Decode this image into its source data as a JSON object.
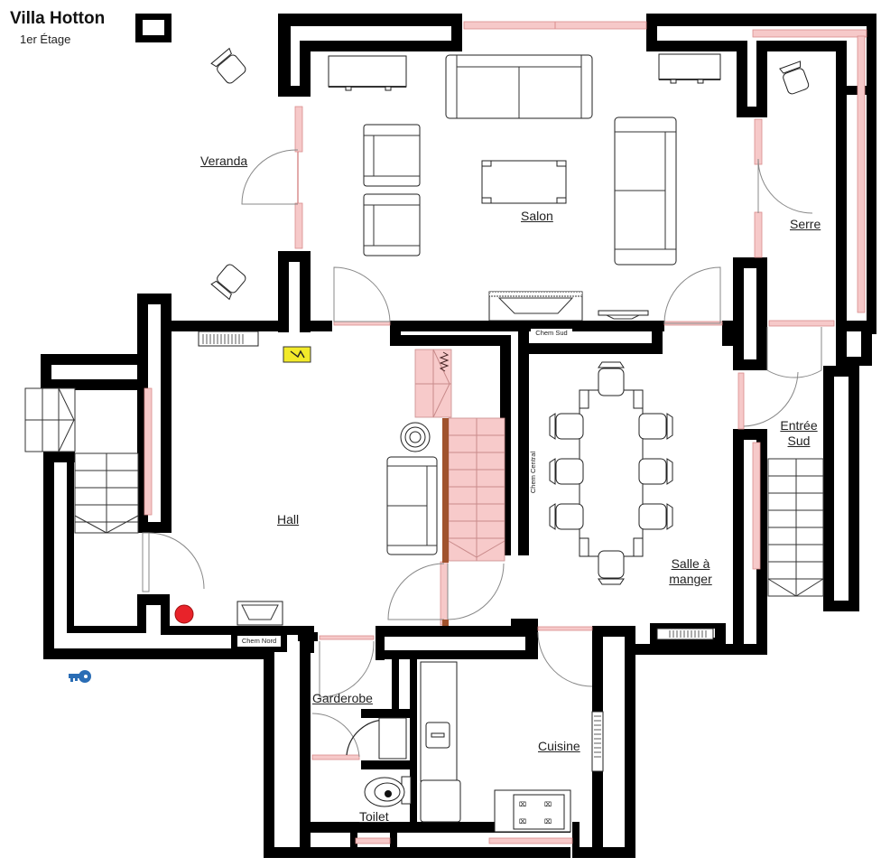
{
  "header": {
    "title": "Villa Hotton",
    "subtitle": "1er Étage"
  },
  "rooms": {
    "veranda": "Veranda",
    "salon": "Salon",
    "serre": "Serre",
    "hall": "Hall",
    "entree_sud_line1": "Entrée",
    "entree_sud_line2": "Sud",
    "salle_line1": "Salle à",
    "salle_line2": "manger",
    "garderobe": "Garderobe",
    "cuisine": "Cuisine",
    "toilet": "Toilet"
  },
  "chimneys": {
    "sud": "Chem Sud",
    "nord": "Chem Nord",
    "central": "Chem Central"
  },
  "markers": {
    "electric_panel": "electric-panel-icon",
    "red_dot": "alarm-marker-icon",
    "key": "key-icon"
  },
  "colors": {
    "wall": "#000000",
    "window": "#f6c9c9",
    "stairs_highlight": "#f7caca",
    "railing": "#a0522d",
    "marker_red": "#e8232a",
    "key_blue": "#2a6db5",
    "panel_yellow": "#f2ea2a"
  }
}
